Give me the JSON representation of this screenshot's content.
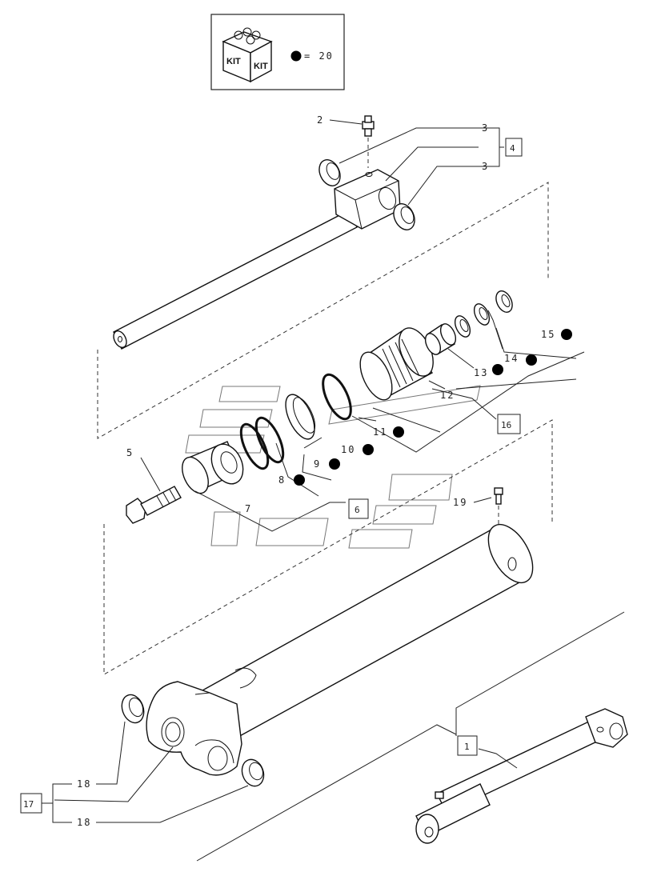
{
  "kit": {
    "badge_left": "KIT",
    "badge_right": "KIT",
    "equals_label": "= 20"
  },
  "callouts": {
    "c2": "2",
    "c3a": "3",
    "c3b": "3",
    "c4": "4",
    "c5": "5",
    "c6": "6",
    "c7": "7",
    "c8": "8",
    "c9": "9",
    "c10": "10",
    "c11": "11",
    "c12": "12",
    "c13": "13",
    "c14": "14",
    "c15": "15",
    "c16": "16",
    "c17": "17",
    "c18a": "18",
    "c18b": "18",
    "c19": "19",
    "c1": "1"
  }
}
